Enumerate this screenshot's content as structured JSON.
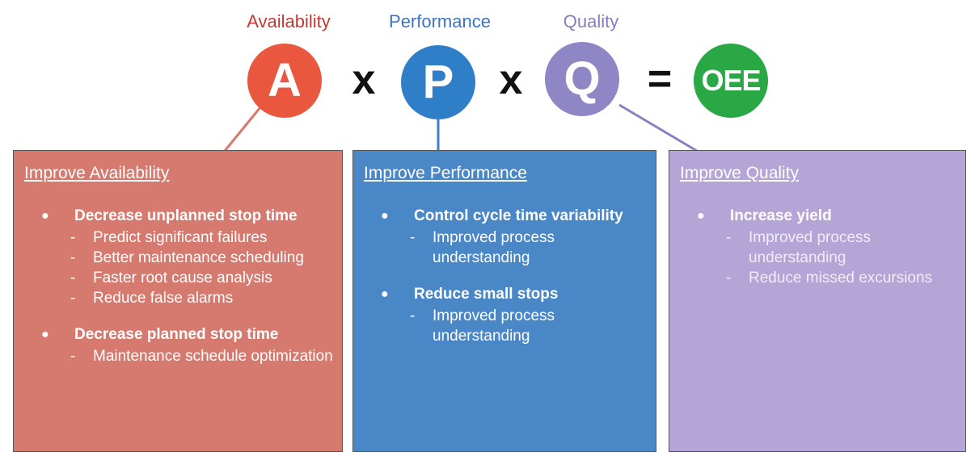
{
  "equation": {
    "factors": [
      {
        "label": "Availability",
        "letter": "A",
        "label_color": "#c33a35",
        "circle_color": "#e9573f"
      },
      {
        "label": "Performance",
        "letter": "P",
        "label_color": "#3d74c4",
        "circle_color": "#2f7fc8"
      },
      {
        "label": "Quality",
        "letter": "Q",
        "label_color": "#8d7bc0",
        "circle_color": "#8f86c5"
      }
    ],
    "operators": {
      "multiply": "x",
      "equals": "="
    },
    "result": {
      "text": "OEE",
      "circle_color": "#2aa846"
    }
  },
  "panels": [
    {
      "title": "Improve Availability",
      "color": "#d6796e",
      "bullets": [
        {
          "head": "Decrease unplanned stop time",
          "subs": [
            "Predict significant failures",
            "Better maintenance scheduling",
            "Faster root cause analysis",
            "Reduce false alarms"
          ]
        },
        {
          "head": "Decrease planned stop time",
          "subs": [
            "Maintenance schedule optimization"
          ]
        }
      ]
    },
    {
      "title": "Improve Performance",
      "color": "#4a87c6",
      "bullets": [
        {
          "head": "Control cycle time variability",
          "subs": [
            "Improved process understanding"
          ]
        },
        {
          "head": "Reduce small stops",
          "subs": [
            "Improved process understanding"
          ]
        }
      ]
    },
    {
      "title": "Improve Quality",
      "color": "#b4a5d6",
      "bullets": [
        {
          "head": "Increase yield",
          "subs": [
            "Improved process understanding",
            "Reduce missed excursions"
          ]
        }
      ]
    }
  ],
  "symbols": {
    "bullet": "●",
    "dash": "-"
  }
}
